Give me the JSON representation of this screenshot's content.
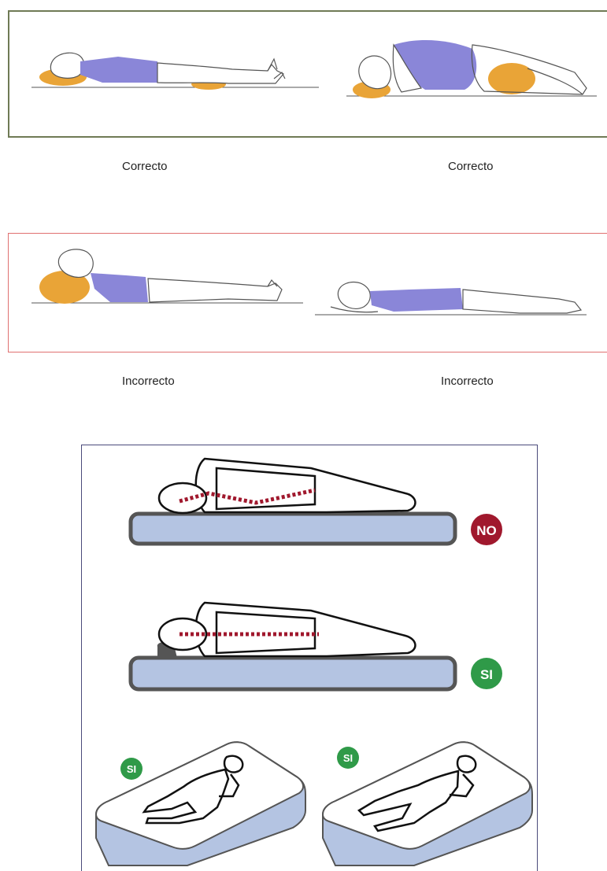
{
  "panels": {
    "correct": {
      "caption_left": "Correcto",
      "caption_right": "Correcto",
      "color": "#6f7a55"
    },
    "incorrect": {
      "caption_left": "Incorrecto",
      "caption_right": "Incorrecto",
      "color": "#e07070"
    }
  },
  "mattress_panel": {
    "badges": [
      {
        "text": "NO",
        "color": "#a0182d"
      },
      {
        "text": "SI",
        "color": "#2f9a48"
      },
      {
        "text": "SI",
        "color": "#2f9a48"
      },
      {
        "text": "SI",
        "color": "#2f9a48"
      }
    ],
    "spine_color": "#a0182d",
    "mattress_color": "#b4c4e2"
  },
  "colors": {
    "body_purple": "#8a86d8",
    "pillow_orange": "#e9a437"
  }
}
